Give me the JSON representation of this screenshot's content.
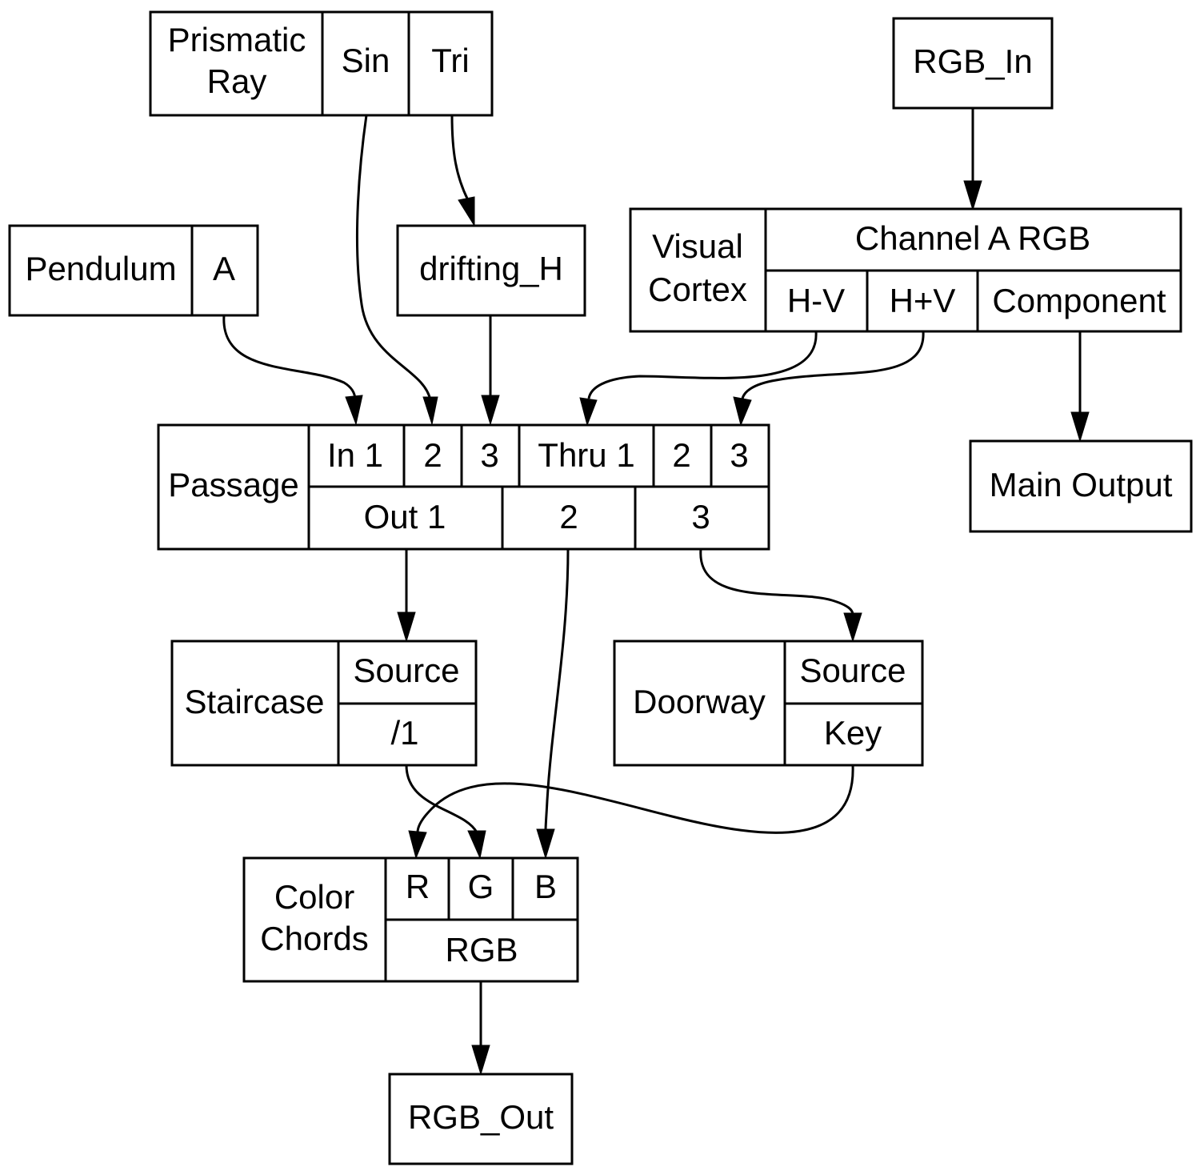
{
  "nodes": {
    "prismatic": {
      "title_line1": "Prismatic",
      "title_line2": "Ray",
      "port_sin": "Sin",
      "port_tri": "Tri"
    },
    "rgb_in": {
      "label": "RGB_In"
    },
    "pendulum": {
      "title": "Pendulum",
      "port_a": "A"
    },
    "drifting": {
      "label": "drifting_H"
    },
    "visual_cortex": {
      "title_line1": "Visual",
      "title_line2": "Cortex",
      "header": "Channel A RGB",
      "port_hmv": "H-V",
      "port_hpv": "H+V",
      "port_component": "Component"
    },
    "passage": {
      "title": "Passage",
      "in_1": "In 1",
      "in_2": "2",
      "in_3": "3",
      "thru_1": "Thru 1",
      "thru_2": "2",
      "thru_3": "3",
      "out_1": "Out 1",
      "out_2": "2",
      "out_3": "3"
    },
    "main_output": {
      "label": "Main Output"
    },
    "staircase": {
      "title": "Staircase",
      "port_source": "Source",
      "port_div": "/1"
    },
    "doorway": {
      "title": "Doorway",
      "port_source": "Source",
      "port_key": "Key"
    },
    "color_chords": {
      "title_line1": "Color",
      "title_line2": "Chords",
      "port_r": "R",
      "port_g": "G",
      "port_b": "B",
      "port_rgb": "RGB"
    },
    "rgb_out": {
      "label": "RGB_Out"
    }
  },
  "edges": [
    {
      "from": "Prismatic Ray:Sin",
      "to": "Passage:2"
    },
    {
      "from": "Prismatic Ray:Tri",
      "to": "drifting_H"
    },
    {
      "from": "RGB_In",
      "to": "Visual Cortex:Channel A RGB"
    },
    {
      "from": "Pendulum:A",
      "to": "Passage:In 1"
    },
    {
      "from": "drifting_H",
      "to": "Passage:3"
    },
    {
      "from": "Visual Cortex:H-V",
      "to": "Passage:Thru 1"
    },
    {
      "from": "Visual Cortex:H+V",
      "to": "Passage:3"
    },
    {
      "from": "Visual Cortex:Component",
      "to": "Main Output"
    },
    {
      "from": "Passage:Out 1",
      "to": "Staircase:Source"
    },
    {
      "from": "Passage:2",
      "to": "Color Chords:B"
    },
    {
      "from": "Passage:3",
      "to": "Doorway:Source"
    },
    {
      "from": "Staircase:/1",
      "to": "Color Chords:G"
    },
    {
      "from": "Doorway:Key",
      "to": "Color Chords:R"
    },
    {
      "from": "Color Chords:RGB",
      "to": "RGB_Out"
    }
  ]
}
